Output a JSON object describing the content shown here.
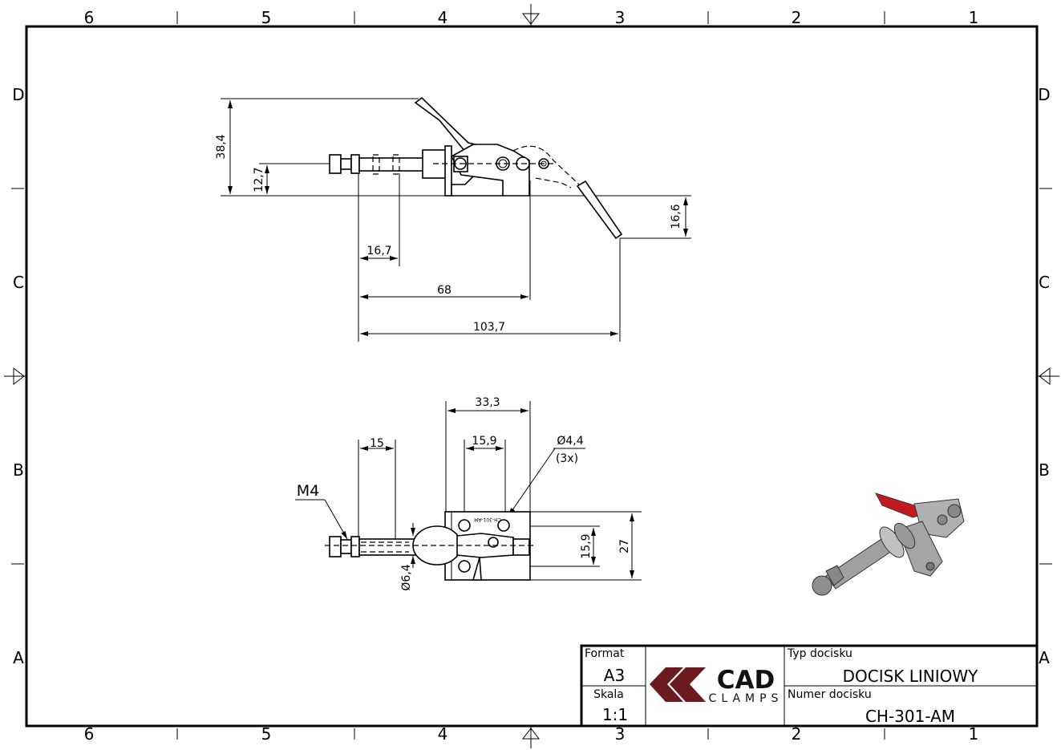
{
  "sheet": {
    "columns": [
      "6",
      "5",
      "4",
      "3",
      "2",
      "1"
    ],
    "rows": [
      "D",
      "C",
      "B",
      "A"
    ]
  },
  "side_view": {
    "dims": {
      "height_total": "38,4",
      "height_axis": "12,7",
      "thread_len": "16,7",
      "base_len": "68",
      "total_len": "103,7",
      "drop": "16,6"
    }
  },
  "top_view": {
    "dims": {
      "plate_width": "33,3",
      "thread_len": "15",
      "hole_spacing_x": "15,9",
      "hole_dia": "Ø4,4",
      "hole_count": "(3x)",
      "thread": "M4",
      "rod_dia": "Ø6,4",
      "hole_spacing_y": "15,9",
      "plate_height": "27"
    },
    "part_marking": "CH-301-AM"
  },
  "title_block": {
    "format_label": "Format",
    "format_value": "A3",
    "scale_label": "Skala",
    "scale_value": "1:1",
    "type_label": "Typ docisku",
    "type_value": "DOCISK LINIOWY",
    "number_label": "Numer docisku",
    "number_value": "CH-301-AM",
    "logo": {
      "main": "CAD",
      "sub": "CLAMPS"
    }
  },
  "colors": {
    "logo": "#6b1a1f",
    "lever": "#c41a1f",
    "metal": "#9a9a9a"
  }
}
